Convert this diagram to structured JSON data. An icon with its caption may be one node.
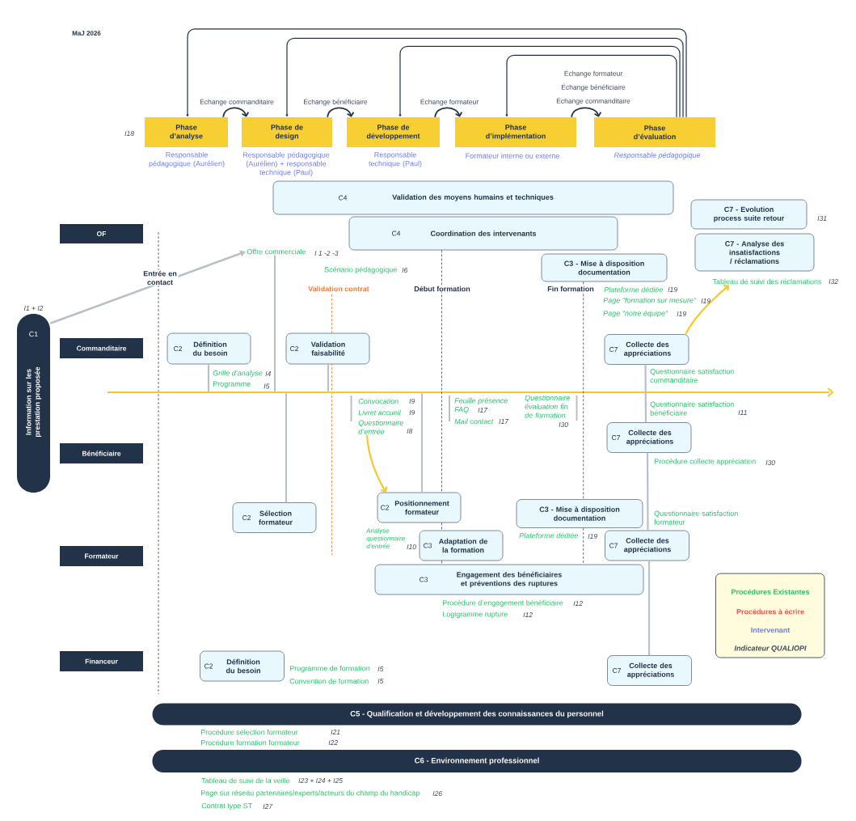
{
  "diagram": {
    "nodes": [
      {
        "text": [
          "Phase d’analyse"
        ],
        "beside": [
          "Responsable pédagogique (Aurélien)"
        ]
      },
      {
        "text": [
          "Phase de design"
        ],
        "beside": [
          "Responsable pédagogique (Aurélien) + responsable technique (Paul)"
        ]
      },
      {
        "text": [
          "Phase de développement"
        ],
        "beside": [
          "Responsable technique (Paul)"
        ]
      },
      {
        "text": [
          "Phase d’implémentation"
        ],
        "beside": [
          "Formateur interne ou externe"
        ]
      },
      {
        "text": [
          "Phase d’évaluation"
        ],
        "beside": [
          "Responsable pédagogique"
        ]
      },
      {
        "text": [
          "C4",
          "Validation des moyens humains et techniques"
        ]
      },
      {
        "text": [
          "C4",
          "Coordination des intervenants"
        ]
      },
      {
        "text": [
          "C3 - Mise à disposition documentation"
        ],
        "beside": [
          "Plateforme dédiée",
          "I19",
          "Page \"formation sur mesure\"",
          "I19",
          "Page \"notre équipe\"",
          "I19"
        ]
      },
      {
        "text": [
          "C7 - Evolution process suite retour"
        ],
        "beside": [
          "I31"
        ]
      },
      {
        "text": [
          "C7 - Analyse des insatisfactions / réclamations"
        ]
      },
      {
        "text": [
          "OF"
        ]
      },
      {
        "text": [
          "Commanditaire"
        ]
      },
      {
        "text": [
          "Bénéficiaire"
        ]
      },
      {
        "text": [
          "Formateur"
        ]
      },
      {
        "text": [
          "Financeur"
        ]
      },
      {
        "text": [
          "C1",
          "Information sur les prestation proposée"
        ],
        "beside": [
          "I1 + I2"
        ]
      },
      {
        "text": [
          "C2",
          "Définition du besoin"
        ]
      },
      {
        "text": [
          "C2",
          "Validation faisabilité"
        ]
      },
      {
        "text": [
          "C7",
          "Collecte des appréciations"
        ]
      },
      {
        "text": [
          "C7",
          "Collecte des appréciations"
        ]
      },
      {
        "text": [
          "C2",
          "Sélection formateur"
        ]
      },
      {
        "text": [
          "C2",
          "Positionnement formateur"
        ]
      },
      {
        "text": [
          "C3 - Mise à disposition documentation"
        ],
        "beside": [
          "Plateforme dédiée",
          "I19"
        ]
      },
      {
        "text": [
          "C3",
          "Adaptation de la formation"
        ]
      },
      {
        "text": [
          "C7",
          "Collecte des appréciations"
        ]
      },
      {
        "text": [
          "C3",
          "Engagement des bénéficiaires et préventions des ruptures"
        ],
        "beside": [
          "Procédure d’engagement bénéficiaire",
          "I12",
          "Logigramme rupture",
          "I12"
        ]
      },
      {
        "text": [
          "C2",
          "Définition du besoin"
        ],
        "beside": [
          "Programme de formation",
          "I5",
          "Convention de formation",
          "I5"
        ]
      },
      {
        "text": [
          "C7",
          "Collecte des appréciations"
        ]
      },
      {
        "text": [
          "C5 - Qualification et développement des connaissances du personnel"
        ],
        "beside": [
          "Procédure sélection formateur",
          "I21",
          "Procédure formation formateur",
          "I22"
        ]
      },
      {
        "text": [
          "C6 - Environnement professionnel"
        ],
        "beside": [
          "Tableau de suivi de la veille",
          "I23 + I24 + I25",
          "Page sur réseau partenaires/experts/acteurs du champ du handicap",
          "I26",
          "Contrat type ST",
          "I27"
        ]
      },
      {
        "text": [
          "Offre commerciale"
        ],
        "beside": [
          "I 1 -2 -3"
        ]
      },
      {
        "text": [
          "Tableau de suivi des réclamations"
        ],
        "beside": [
          "I32"
        ]
      },
      {
        "text": [
          "Questionnaire d’entrée"
        ],
        "beside": [
          "I8"
        ]
      },
      {
        "text": [],
        "shape": "bar"
      }
    ],
    "edges": [
      {
        "from": 0,
        "to": 1,
        "arrow": "to",
        "label": "Échange commanditaire",
        "color": "#223249"
      },
      {
        "from": 1,
        "to": 2,
        "arrow": "to",
        "label": "Échange bénéficiaire",
        "color": "#223249"
      },
      {
        "from": 2,
        "to": 3,
        "arrow": "to",
        "label": "Échange formateur",
        "color": "#223249"
      },
      {
        "from": 3,
        "to": 4,
        "arrow": "to",
        "label": "Échange commanditaire",
        "color": "#223249"
      },
      {
        "from": 4,
        "to": 0,
        "arrow": "to",
        "color": "#223249"
      },
      {
        "from": 4,
        "to": 1,
        "arrow": "to",
        "color": "#223249"
      },
      {
        "from": 4,
        "to": 2,
        "arrow": "to",
        "color": "#223249"
      },
      {
        "from": 4,
        "to": 3,
        "arrow": "to",
        "color": "#223249"
      },
      {
        "from": 15,
        "to": 30,
        "arrow": "to",
        "color": "#b9c0c8"
      },
      {
        "from": 30,
        "to": 33,
        "arrow": "none",
        "color": "#b9c0c8"
      },
      {
        "from": 16,
        "to": 33,
        "arrow": "none",
        "color": "#b9c0c8"
      },
      {
        "from": 17,
        "to": 33,
        "arrow": "none",
        "color": "#b9c0c8"
      },
      {
        "from": 20,
        "to": 33,
        "arrow": "none",
        "color": "#b9c0c8"
      },
      {
        "from": 21,
        "to": 33,
        "arrow": "none",
        "color": "#b9c0c8"
      },
      {
        "from": 18,
        "to": 19,
        "arrow": "none",
        "color": "#b9c0c8"
      },
      {
        "from": 19,
        "to": 24,
        "arrow": "none",
        "color": "#b9c0c8"
      },
      {
        "from": 24,
        "to": 27,
        "arrow": "none",
        "color": "#b9c0c8"
      },
      {
        "from": 32,
        "to": 21,
        "arrow": "to",
        "color": "#f6c82b"
      },
      {
        "from": 18,
        "to": 31,
        "arrow": "to",
        "color": "#f6c82b"
      },
      {
        "from": 6,
        "to": 21,
        "arrow": "none",
        "label": "Début formation",
        "style": "dashed",
        "color": "#223249"
      },
      {
        "from": 21,
        "to": 23,
        "arrow": "none",
        "style": "dashed",
        "color": "#223249"
      },
      {
        "from": 23,
        "to": 25,
        "arrow": "none",
        "style": "dashed",
        "color": "#223249"
      },
      {
        "from": 7,
        "to": 22,
        "arrow": "none",
        "label": "Fin formation",
        "style": "dashed",
        "color": "#223249"
      },
      {
        "from": 22,
        "to": 25,
        "arrow": "none",
        "style": "dashed",
        "color": "#223249"
      }
    ],
    "labels": [
      "MaJ 2026",
      "I18",
      "Échange formateur",
      "Échange bénéficiaire",
      "Entrée en contact",
      "Scénario pédagogique",
      "I6",
      "Validation contrat",
      "Grille d’analyse",
      "I4",
      "Programme",
      "I5",
      "Questionnaire satisfaction commanditaire",
      "Convocation",
      "I9",
      "Livret accueil",
      "I9",
      "Feuille présence",
      "FAQ",
      "I17",
      "Mail contact",
      "I17",
      "Questionnaire évaluation fin de formation",
      "I30",
      "Questionnaire satisfaction bénéficiaire",
      "I11",
      "Procédure collecte appréciation",
      "I30",
      "Questionnaire satisfaction formateur",
      "Analyse questionnaire d’entrée",
      "I10"
    ],
    "legend": [
      {
        "text": "Procédures Existantes",
        "color": "#25c26a"
      },
      {
        "text": "Procédures à écrire",
        "color": "#ff4d4d"
      },
      {
        "text": "Intervenant",
        "color": "#6e7cf6"
      },
      {
        "text": "Indicateur QUALIOPI",
        "color": "#3e4a5c"
      }
    ]
  }
}
